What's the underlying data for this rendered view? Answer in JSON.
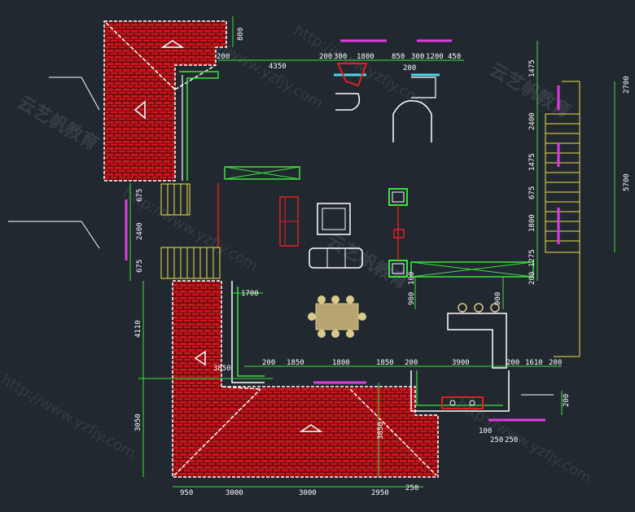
{
  "watermark": {
    "brand": "云艺帆教育",
    "url": "http://www.yzfjy.com"
  },
  "dims": {
    "top_4350": "4350",
    "top_200a": "200",
    "top_200b": "200",
    "top_300": "300",
    "top_1800": "1800",
    "top_850": "850",
    "top_300b": "300",
    "top_1200": "1200",
    "top_450": "450",
    "top_200c": "200",
    "left_top_800": "800",
    "left_675a": "675",
    "left_2400": "2400",
    "left_675b": "675",
    "left_4110": "4110",
    "left_3050": "3050",
    "mid_1700": "1700",
    "mid_3850": "3850",
    "row_200": "200",
    "row_1850a": "1850",
    "row_1800": "1800",
    "row_1850b": "1850",
    "row_200b": "200",
    "row_3900": "3900",
    "row_200c": "200",
    "row_1610": "1610",
    "row_200d": "200",
    "r_1475a": "1475",
    "r_2400": "2400",
    "r_1475b": "1475",
    "r_675": "675",
    "r_1800": "1800",
    "r_1275": "1275",
    "r_200": "200",
    "r_2700": "2700",
    "r_5700": "5700",
    "c_900a": "900",
    "c_100": "100",
    "c_900b": "900",
    "c_3850": "3850",
    "br_200": "200",
    "br_100": "100",
    "br_250a": "250",
    "br_250b": "250",
    "bot_950": "950",
    "bot_3000a": "3000",
    "bot_3000b": "3000",
    "bot_2950": "2950",
    "bot_250": "250"
  },
  "colors": {
    "background": "#212830",
    "roof": "#c8161c",
    "roof_line": "#ffffff",
    "dimension": "#3de23d",
    "wall": "#ffffff",
    "stair": "#f0e14a",
    "magenta": "#e03ce0",
    "cyan": "#4ad8e8",
    "table": "#b7a46e"
  }
}
